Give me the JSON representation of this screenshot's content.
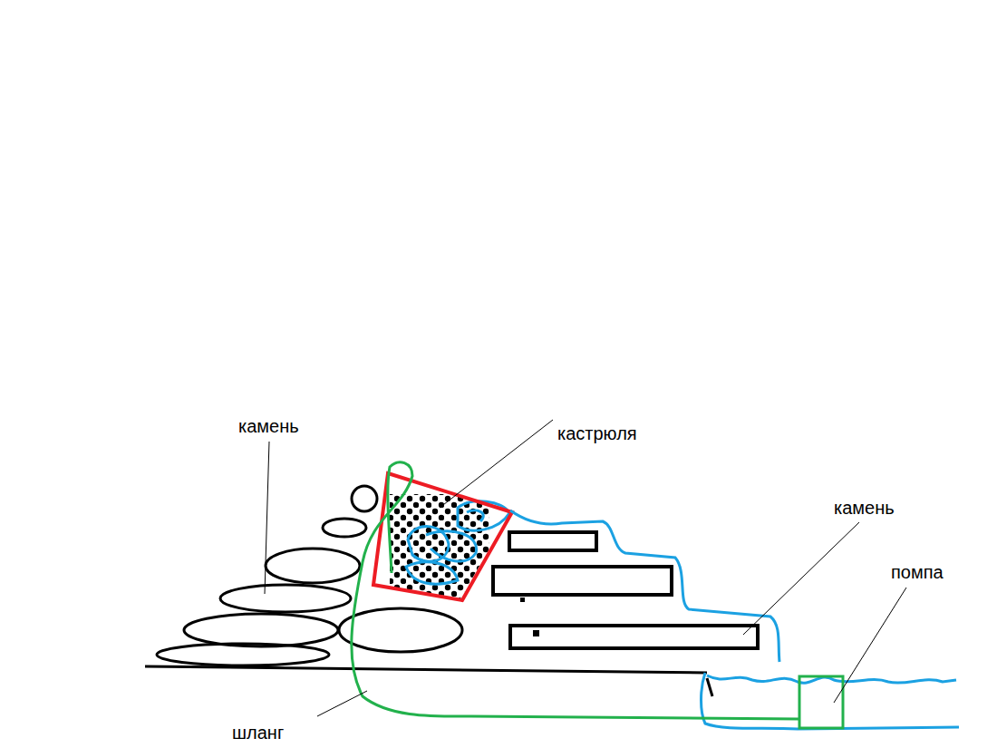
{
  "diagram": {
    "labels": [
      "камень",
      "кастрюля",
      "камень",
      "помпа",
      "шланг"
    ]
  }
}
